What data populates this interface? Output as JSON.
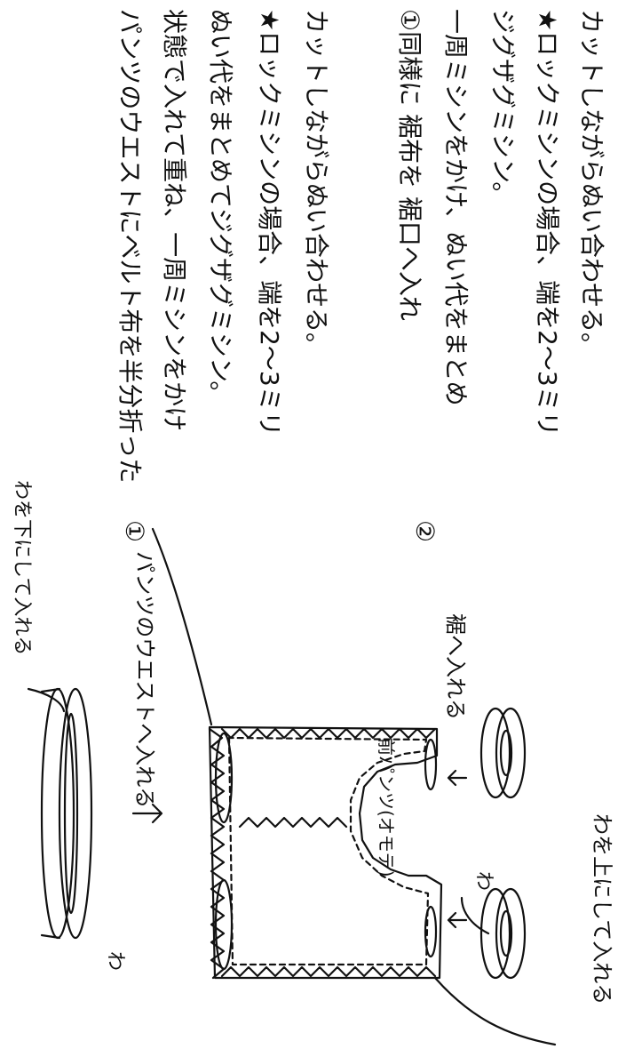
{
  "steps": [
    {
      "number": "①",
      "lines": [
        "パンツのウエストにベルト布を半分折った",
        "状態で入れて重ね、一周ミシンをかけ",
        "ぬい代をまとめてジグザグミシン。",
        "★ロックミシンの場合、端を2〜3ミリ",
        "カットしながらぬい合わせる。"
      ]
    },
    {
      "number": "②",
      "lines": [
        "①同様に 裾布を 裾口へ入れ",
        "一周ミシンをかけ、ぬい代をまとめ",
        "ジグザグミシン。",
        "★ロックミシンの場合、端を2〜3ミリ",
        "カットしながらぬい合わせる。"
      ]
    }
  ],
  "labels": {
    "ring_left": "わ",
    "waist_instruction": "パンツのウエストへ入れる",
    "wa_bottom_note": "わを下にして入れる",
    "hem_instruction": "裾へ入れる",
    "front_pants": "前パンツ(オモテ)",
    "ring_hem": "わ",
    "wa_top_note": "わを上にして入れる"
  },
  "colors": {
    "ink": "#111111",
    "paper": "#ffffff"
  }
}
